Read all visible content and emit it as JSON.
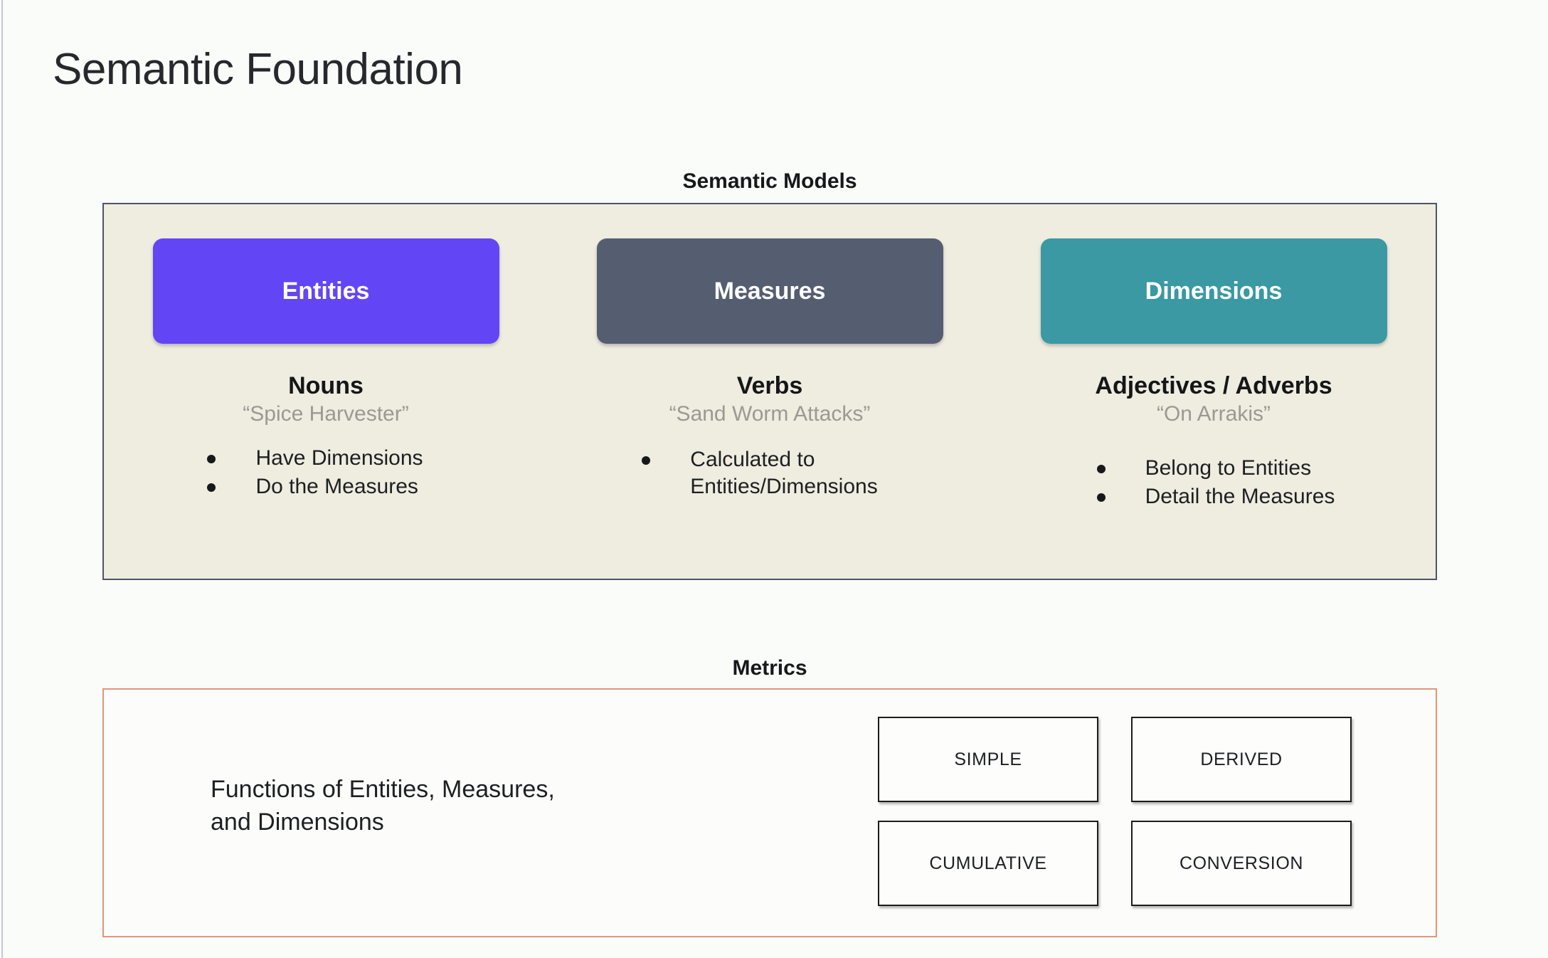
{
  "slide": {
    "title": "Semantic Foundation"
  },
  "semantic_models": {
    "heading": "Semantic Models",
    "columns": [
      {
        "pill_label": "Entities",
        "pill_color": "#6246f5",
        "pos_label": "Nouns",
        "example": "“Spice Harvester”",
        "bullets": [
          "Have Dimensions",
          "Do the Measures"
        ]
      },
      {
        "pill_label": "Measures",
        "pill_color": "#555d71",
        "pos_label": "Verbs",
        "example": "“Sand Worm Attacks”",
        "bullets": [
          "Calculated to\nEntities/Dimensions"
        ]
      },
      {
        "pill_label": "Dimensions",
        "pill_color": "#3a99a3",
        "pos_label": "Adjectives / Adverbs",
        "example": "“On Arrakis”",
        "bullets": [
          "Belong to Entities",
          "Detail the Measures"
        ]
      }
    ]
  },
  "metrics": {
    "heading": "Metrics",
    "description": "Functions of Entities, Measures,\nand Dimensions",
    "types": [
      "SIMPLE",
      "DERIVED",
      "CUMULATIVE",
      "CONVERSION"
    ],
    "border_color": "#e49478"
  }
}
